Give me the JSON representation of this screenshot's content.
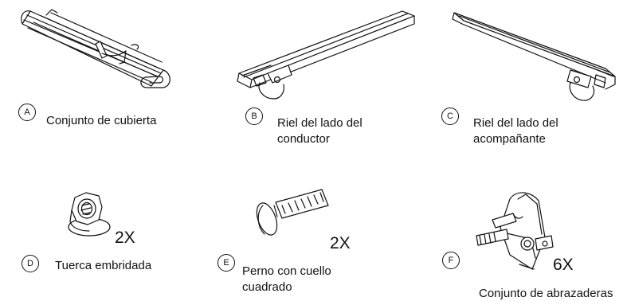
{
  "parts": [
    {
      "letter": "A",
      "name": "Conjunto de cubierta",
      "icon": "rolled-cover"
    },
    {
      "letter": "B",
      "name_line1": "Riel del lado del",
      "name_line2": "conductor",
      "icon": "side-rail"
    },
    {
      "letter": "C",
      "name_line1": "Riel del lado del",
      "name_line2": "acompañante",
      "icon": "side-rail"
    },
    {
      "letter": "D",
      "name": "Tuerca embridada",
      "qty": "2X",
      "icon": "flange-nut"
    },
    {
      "letter": "E",
      "name_line1": "Perno con cuello",
      "name_line2": "cuadrado",
      "qty": "2X",
      "icon": "carriage-bolt"
    },
    {
      "letter": "F",
      "name": "Conjunto de abrazaderas",
      "qty": "6X",
      "icon": "clamp"
    }
  ]
}
